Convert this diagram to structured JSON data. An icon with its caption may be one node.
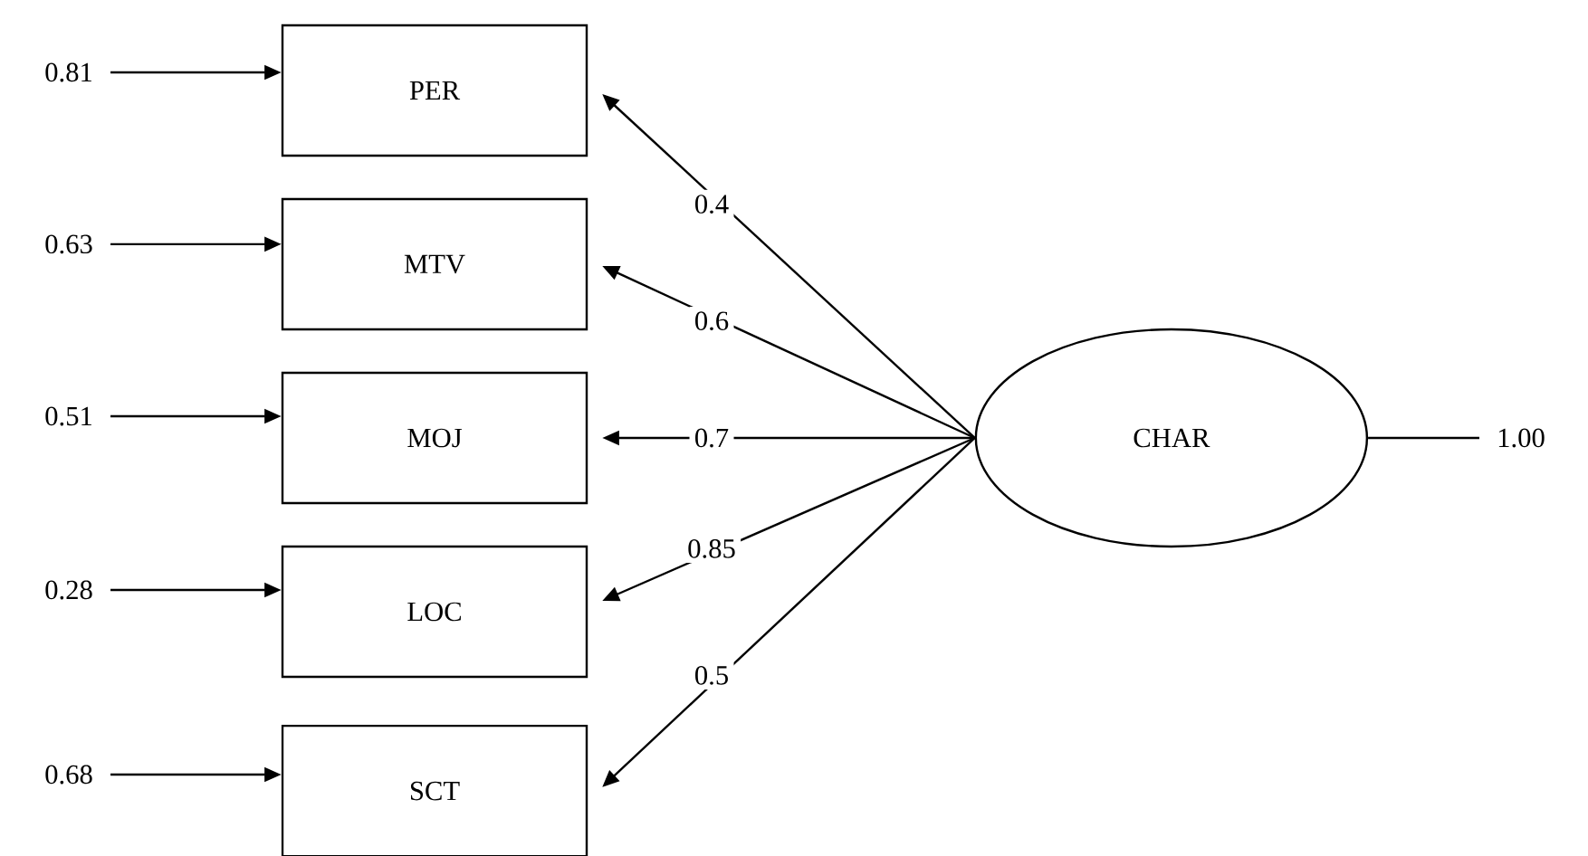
{
  "diagram": {
    "nodes": [
      {
        "text": [
          "PER"
        ]
      },
      {
        "text": [
          "MTV"
        ]
      },
      {
        "text": [
          "MOJ"
        ]
      },
      {
        "text": [
          "LOC"
        ]
      },
      {
        "text": [
          "SCT"
        ]
      },
      {
        "text": [
          "CHAR"
        ]
      },
      {
        "text": [
          "0.81"
        ]
      },
      {
        "text": [
          "0.63"
        ]
      },
      {
        "text": [
          "0.51"
        ]
      },
      {
        "text": [
          "0.28"
        ]
      },
      {
        "text": [
          "0.68"
        ]
      },
      {
        "text": [
          "1.00"
        ]
      }
    ],
    "edges": [
      {
        "from": 6,
        "to": 0,
        "arrow": "to"
      },
      {
        "from": 7,
        "to": 1,
        "arrow": "to"
      },
      {
        "from": 8,
        "to": 2,
        "arrow": "to"
      },
      {
        "from": 9,
        "to": 3,
        "arrow": "to"
      },
      {
        "from": 10,
        "to": 4,
        "arrow": "to"
      },
      {
        "from": 5,
        "to": 0,
        "arrow": "to",
        "label": "0.4"
      },
      {
        "from": 5,
        "to": 1,
        "arrow": "to",
        "label": "0.6"
      },
      {
        "from": 5,
        "to": 2,
        "arrow": "to",
        "label": "0.7"
      },
      {
        "from": 5,
        "to": 3,
        "arrow": "to",
        "label": "0.85"
      },
      {
        "from": 5,
        "to": 4,
        "arrow": "to",
        "label": "0.5"
      },
      {
        "from": 5,
        "to": 11,
        "arrow": "none"
      }
    ]
  }
}
